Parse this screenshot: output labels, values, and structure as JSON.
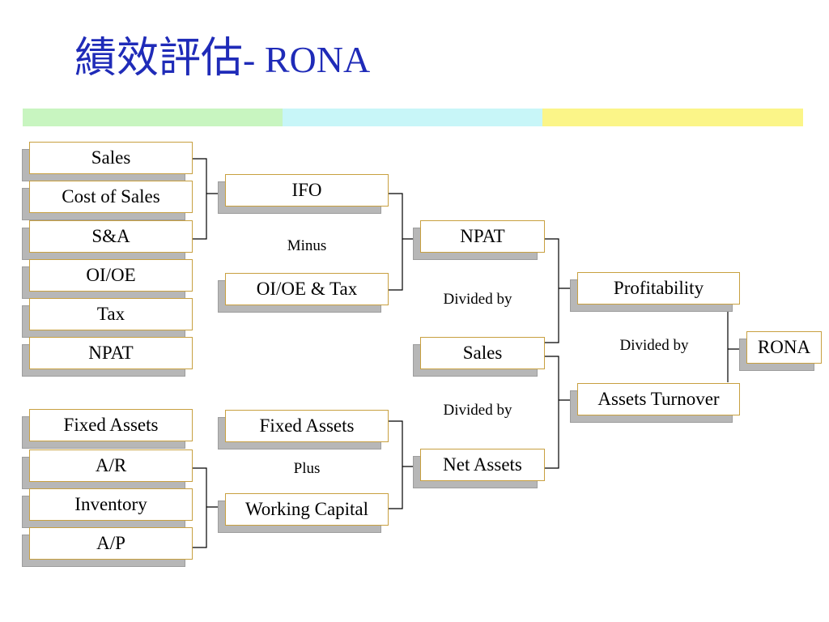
{
  "title": {
    "cjk": "績效評估",
    "latin": "- RONA"
  },
  "nodes": {
    "sales_in": "Sales",
    "cost_of_sales": "Cost of Sales",
    "s_and_a": "S&A",
    "oi_oe": "OI/OE",
    "tax": "Tax",
    "npat_in": "NPAT",
    "fixed_assets_in": "Fixed Assets",
    "ar": "A/R",
    "inventory": "Inventory",
    "ap": "A/P",
    "ifo": "IFO",
    "oi_oe_tax": "OI/OE & Tax",
    "fixed_assets_mid": "Fixed Assets",
    "working_capital": "Working Capital",
    "npat_mid": "NPAT",
    "sales_mid": "Sales",
    "net_assets": "Net Assets",
    "profitability": "Profitability",
    "assets_turnover": "Assets Turnover",
    "rona": "RONA"
  },
  "operators": {
    "minus": "Minus",
    "plus": "Plus",
    "divided_by_1": "Divided by",
    "divided_by_2": "Divided by",
    "divided_by_3": "Divided by"
  },
  "colors": {
    "title": "#1f2bb8",
    "band_green": "#c8f5c0",
    "band_cyan": "#c8f6f8",
    "band_yellow": "#fbf588",
    "box_border": "#c8a040",
    "box_shadow": "#b7b7b7"
  }
}
